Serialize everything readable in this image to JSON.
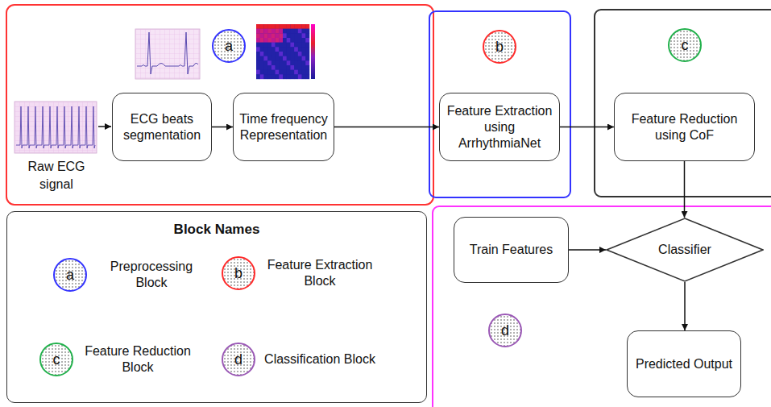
{
  "diagram": {
    "nodes": [
      {
        "text": [
          "a"
        ]
      },
      {
        "text": [
          "ECG beats segmentation"
        ]
      },
      {
        "text": [
          "Time frequency Representation"
        ]
      },
      {
        "text": [
          "b"
        ]
      },
      {
        "text": [
          "Feature Extraction using ArrhythmiaNet"
        ]
      },
      {
        "text": [
          "c"
        ]
      },
      {
        "text": [
          "Feature Reduction using CoF"
        ]
      },
      {
        "text": [
          "Block Names"
        ]
      },
      {
        "text": [
          "a",
          "Preprocessing Block"
        ],
        "in": 7
      },
      {
        "text": [
          "b",
          "Feature Extraction Block"
        ],
        "in": 7
      },
      {
        "text": [
          "c",
          "Feature Reduction Block"
        ],
        "in": 7
      },
      {
        "text": [
          "d",
          "Classification Block"
        ],
        "in": 7
      },
      {
        "text": [
          "Train Features"
        ]
      },
      {
        "text": [
          "Classifier"
        ]
      },
      {
        "text": [
          "d"
        ]
      },
      {
        "text": [
          "Predicted Output"
        ]
      }
    ],
    "edges": [
      {
        "from": 1,
        "to": 2,
        "arrow": "to"
      },
      {
        "from": 2,
        "to": 4,
        "arrow": "to"
      },
      {
        "from": 4,
        "to": 6,
        "arrow": "to"
      },
      {
        "from": 6,
        "to": 13,
        "arrow": "to"
      },
      {
        "from": 12,
        "to": 13,
        "arrow": "to"
      },
      {
        "from": 13,
        "to": 15,
        "arrow": "to"
      }
    ],
    "labels": [
      "Raw ECG signal"
    ]
  }
}
